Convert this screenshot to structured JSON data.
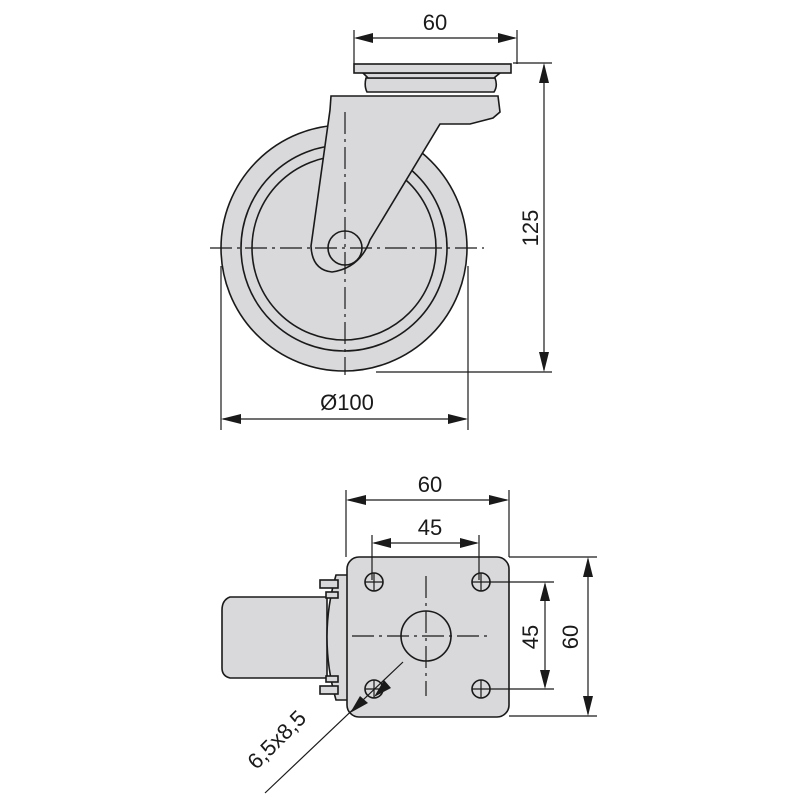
{
  "drawing": {
    "subject": "Swivel castor technical drawing",
    "units": "mm",
    "colors": {
      "part_fill": "#d9d9db",
      "line": "#1a1a1a",
      "background": "#ffffff"
    }
  },
  "side_view": {
    "name": "side-view",
    "plate_width_label": "60",
    "total_height_label": "125",
    "wheel_diameter_label": "Ø100"
  },
  "bottom_view": {
    "name": "top-plate-view",
    "plate_width_label": "60",
    "hole_spacing_x_label": "45",
    "hole_spacing_y_label": "45",
    "plate_height_label": "60",
    "hole_size_label": "6,5x8,5"
  }
}
